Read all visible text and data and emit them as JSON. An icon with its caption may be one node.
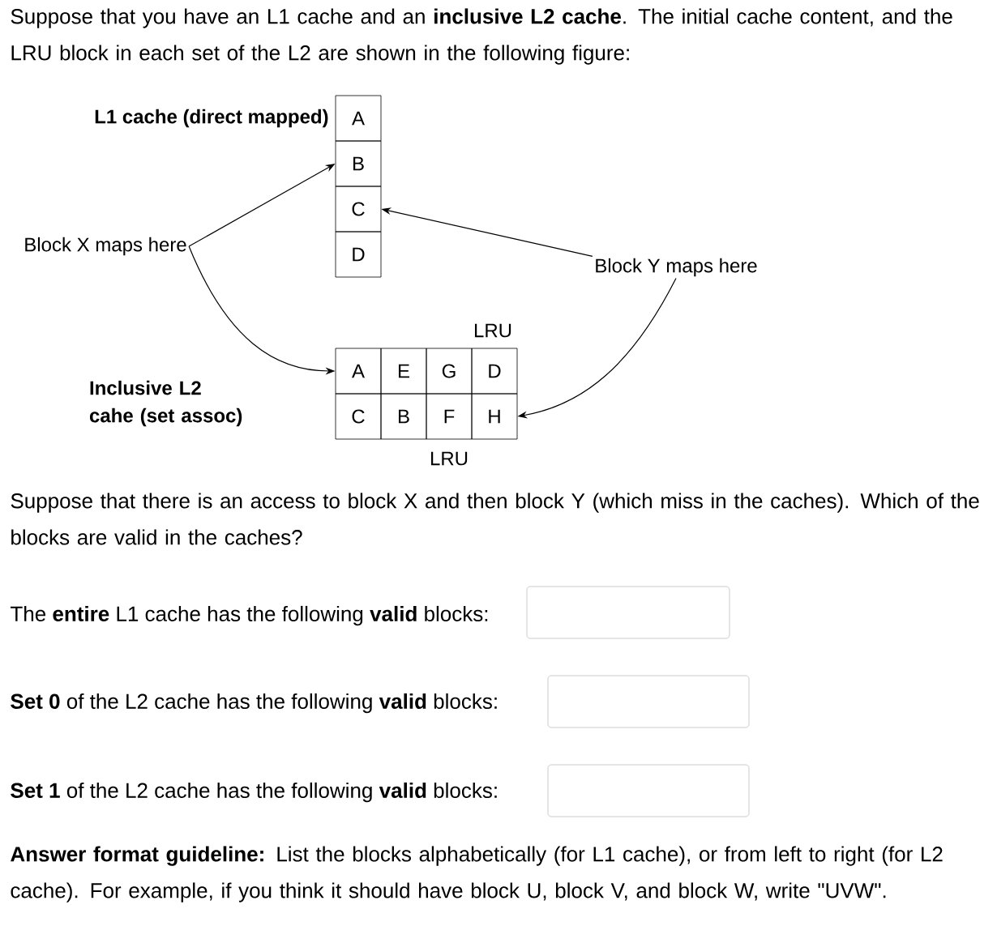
{
  "diagram": {
    "nodes": [
      {
        "text": [
          "A"
        ]
      },
      {
        "text": [
          "B"
        ]
      },
      {
        "text": [
          "C"
        ]
      },
      {
        "text": [
          "D"
        ]
      },
      {
        "text": [
          "A"
        ]
      },
      {
        "text": [
          "E"
        ]
      },
      {
        "text": [
          "G"
        ]
      },
      {
        "text": [
          "D"
        ]
      },
      {
        "text": [
          "C"
        ]
      },
      {
        "text": [
          "B"
        ]
      },
      {
        "text": [
          "F"
        ]
      },
      {
        "text": [
          "H"
        ]
      },
      {
        "text": [
          "Block X maps here"
        ]
      },
      {
        "text": [
          "Block Y maps here"
        ]
      }
    ],
    "edges": [
      {
        "from": 12,
        "to": 1,
        "arrow": "to"
      },
      {
        "from": 12,
        "to": 4,
        "arrow": "to"
      },
      {
        "from": 13,
        "to": 2,
        "arrow": "to"
      },
      {
        "from": 13,
        "to": 11,
        "arrow": "to"
      }
    ],
    "labels": [
      "Suppose that you have an L1 cache and an **inclusive L2 cache**. The initial cache content, and the LRU block in each set of the L2 are shown in the following figure:",
      "L1 cache (direct mapped)",
      "LRU",
      "Inclusive L2 cahe (set assoc)",
      "LRU",
      "Suppose that there is an access to block X and then block Y (which miss in the caches). Which of the blocks are valid in the caches?",
      "The **entire** L1 cache has the following **valid** blocks:",
      "**Set 0** of the L2 cache has the following **valid** blocks:",
      "**Set 1** of the L2 cache has the following **valid** blocks:",
      "**Answer format guideline:** List the blocks alphabetically (for L1 cache), or from left to right (for L2 cache). For example, if you think it should have block U, block V, and block W, write \"UVW\"."
    ]
  }
}
